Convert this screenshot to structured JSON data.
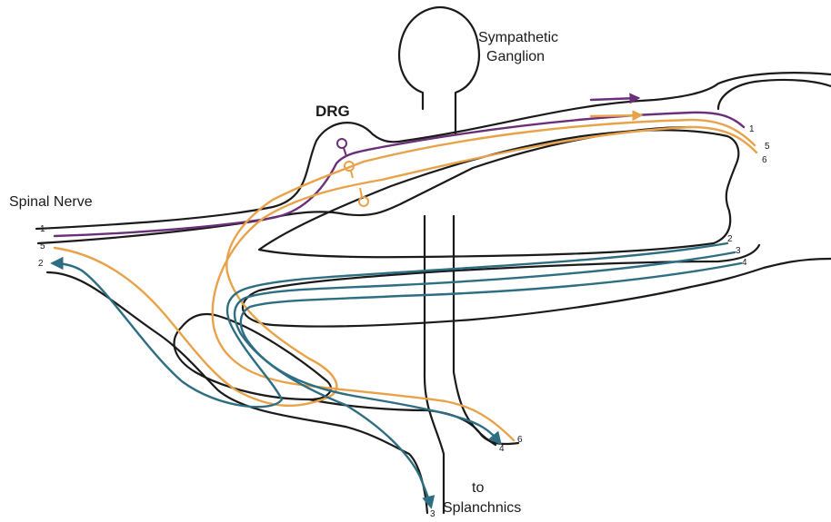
{
  "labels": {
    "drg": "DRG",
    "sympathetic_line1": "Sympathetic",
    "sympathetic_line2": "Ganglion",
    "spinal_nerve": "Spinal Nerve",
    "to": "to",
    "splanchnics": "Splanchnics"
  },
  "fiber_numbers": {
    "left_1": "1",
    "left_5": "5",
    "left_2": "2",
    "right_1": "1",
    "right_5": "5",
    "right_6": "6",
    "right_2": "2",
    "right_3": "3",
    "right_4": "4",
    "bottom_4": "4",
    "bottom_6": "6",
    "bottom_3": "3"
  },
  "colors": {
    "outline": "#1a1a1a",
    "fiber_purple": "#6b2f7a",
    "fiber_orange": "#e8a24a",
    "fiber_blue": "#2e6e82"
  }
}
